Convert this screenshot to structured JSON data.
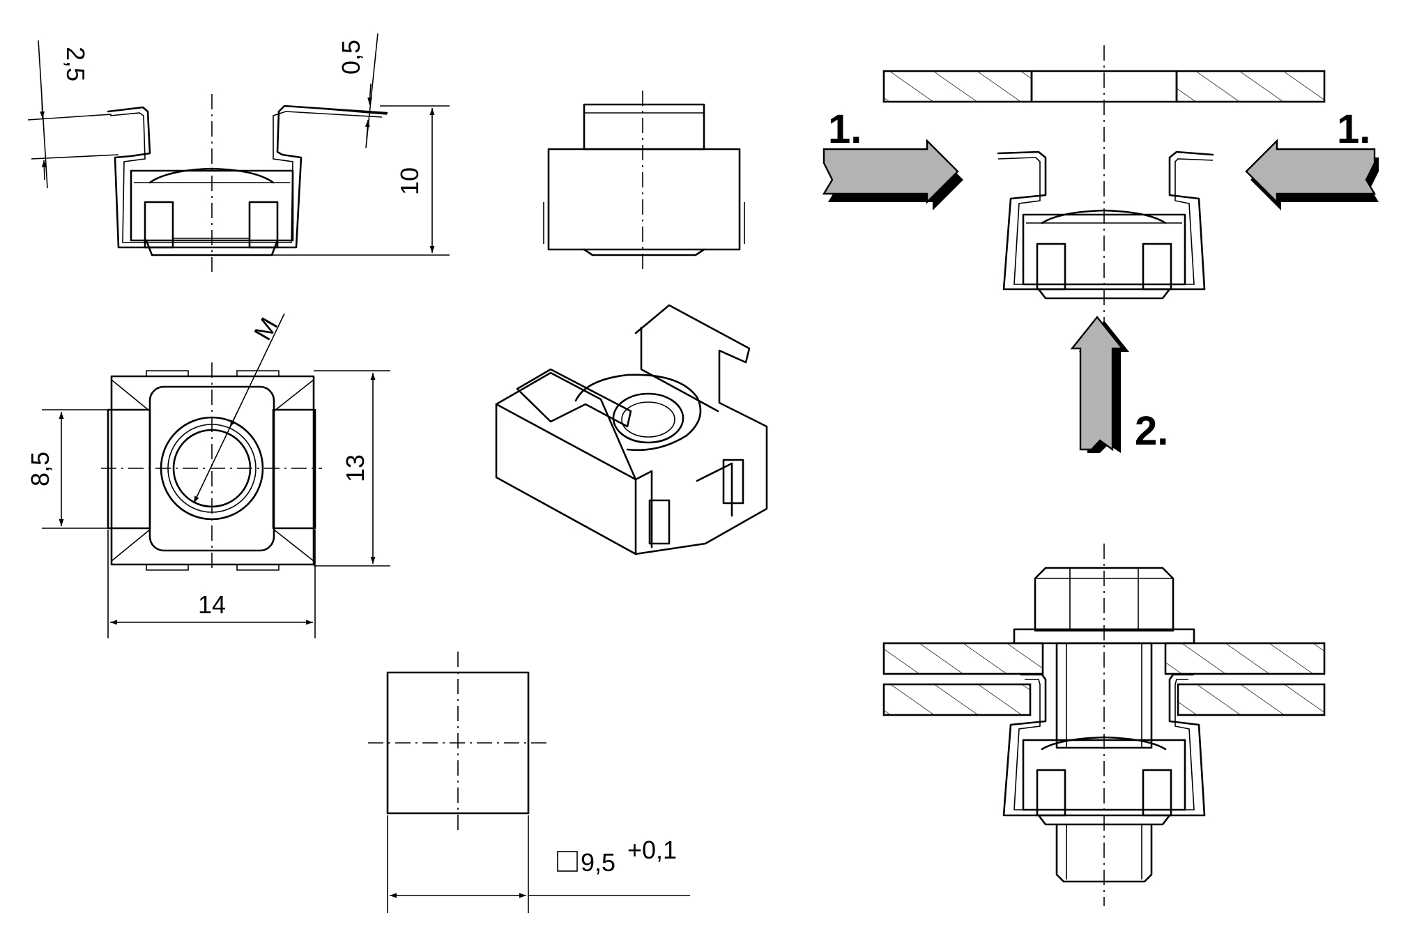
{
  "dimensions": {
    "d_2_5": "2,5",
    "d_0_5": "0,5",
    "d_10": "10",
    "d_8_5": "8,5",
    "d_13": "13",
    "d_14": "14",
    "d_m": "M",
    "d_9_5": "9,5",
    "d_tol": "+0,1"
  },
  "steps": {
    "step1_left": "1.",
    "step1_right": "1.",
    "step2": "2."
  },
  "colors": {
    "line": "#000000",
    "arrow_fill": "#b3b3b3",
    "background": "#ffffff"
  }
}
